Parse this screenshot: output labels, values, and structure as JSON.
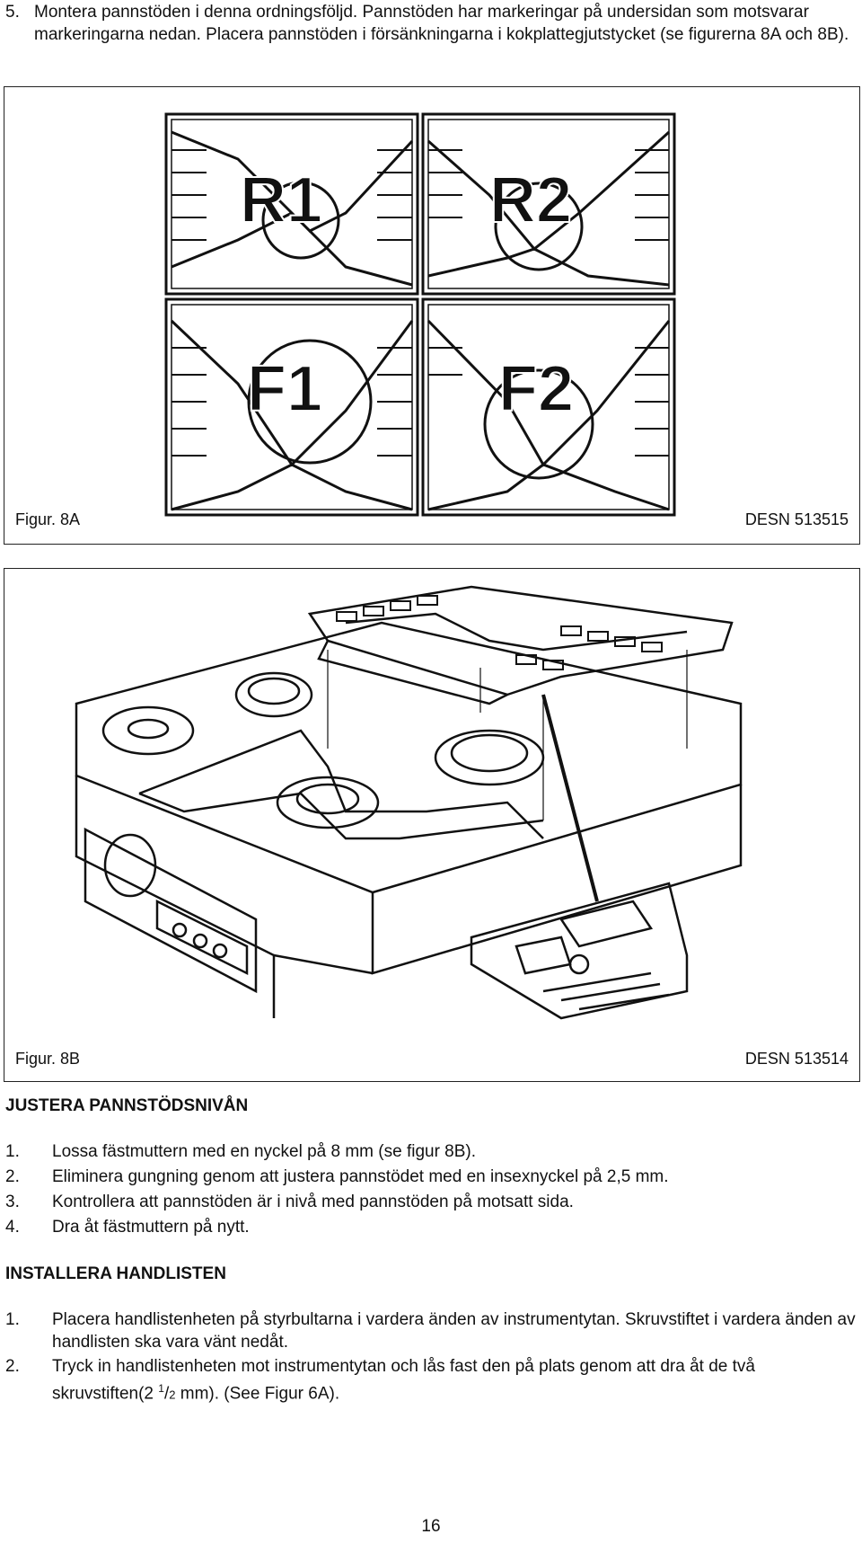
{
  "step5": {
    "number": "5.",
    "text": "Montera pannstöden i denna ordningsföljd.  Pannstöden har markeringar på undersidan som motsvarar markeringarna nedan. Placera pannstöden i försänkningarna i kokplattegjutstycket (se figurerna 8A och 8B)."
  },
  "figure_8a": {
    "caption": "Figur. 8A",
    "code": "DESN 513515",
    "labels": {
      "r1": "R1",
      "r2": "R2",
      "f1": "F1",
      "f2": "F2"
    }
  },
  "figure_8b": {
    "caption": "Figur. 8B",
    "code": "DESN 513514"
  },
  "section_justera": {
    "heading": "JUSTERA PANNSTÖDSNIVÅN",
    "items": [
      {
        "n": "1.",
        "text": "Lossa fästmuttern med en nyckel på 8 mm (se figur 8B)."
      },
      {
        "n": "2.",
        "text": "Eliminera gungning genom att justera pannstödet med en insexnyckel på 2,5 mm."
      },
      {
        "n": "3.",
        "text": "Kontrollera att pannstöden är i nivå med pannstöden på motsatt sida."
      },
      {
        "n": "4.",
        "text": "Dra åt fästmuttern på nytt."
      }
    ]
  },
  "section_handlist": {
    "heading": "INSTALLERA HANDLISTEN",
    "items": [
      {
        "n": "1.",
        "text": "Placera handlistenheten på styrbultarna i vardera änden av instrumentytan.  Skruvstiftet i vardera änden av handlisten ska vara vänt nedåt."
      },
      {
        "n": "2.",
        "text_before": "Tryck in handlistenheten mot instrumentytan och lås fast den på plats genom att dra åt de två skruvstiften(2 ",
        "sup": "1",
        "mid": "/",
        "sub": "2",
        "text_after": " mm). (See Figur 6A)."
      }
    ]
  },
  "page_number": "16"
}
